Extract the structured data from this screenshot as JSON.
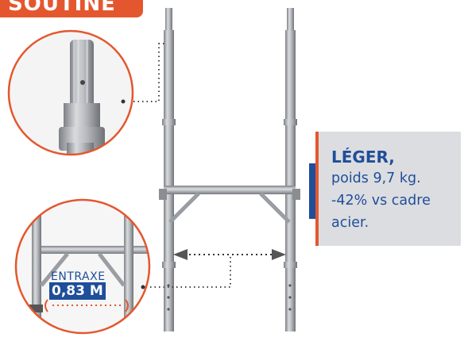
{
  "banner": {
    "title": "SOUTINE"
  },
  "info_box": {
    "title": "LÉGER,",
    "lines": [
      "poids 9,7 kg.",
      "-42% vs cadre",
      "acier."
    ]
  },
  "entraxe": {
    "label": "ENTRAXE",
    "value": "0,83 M"
  },
  "colors": {
    "accent": "#e4572e",
    "brand_blue": "#1f4e9a",
    "panel": "#dcdde0",
    "metal": "#a9acb1"
  }
}
